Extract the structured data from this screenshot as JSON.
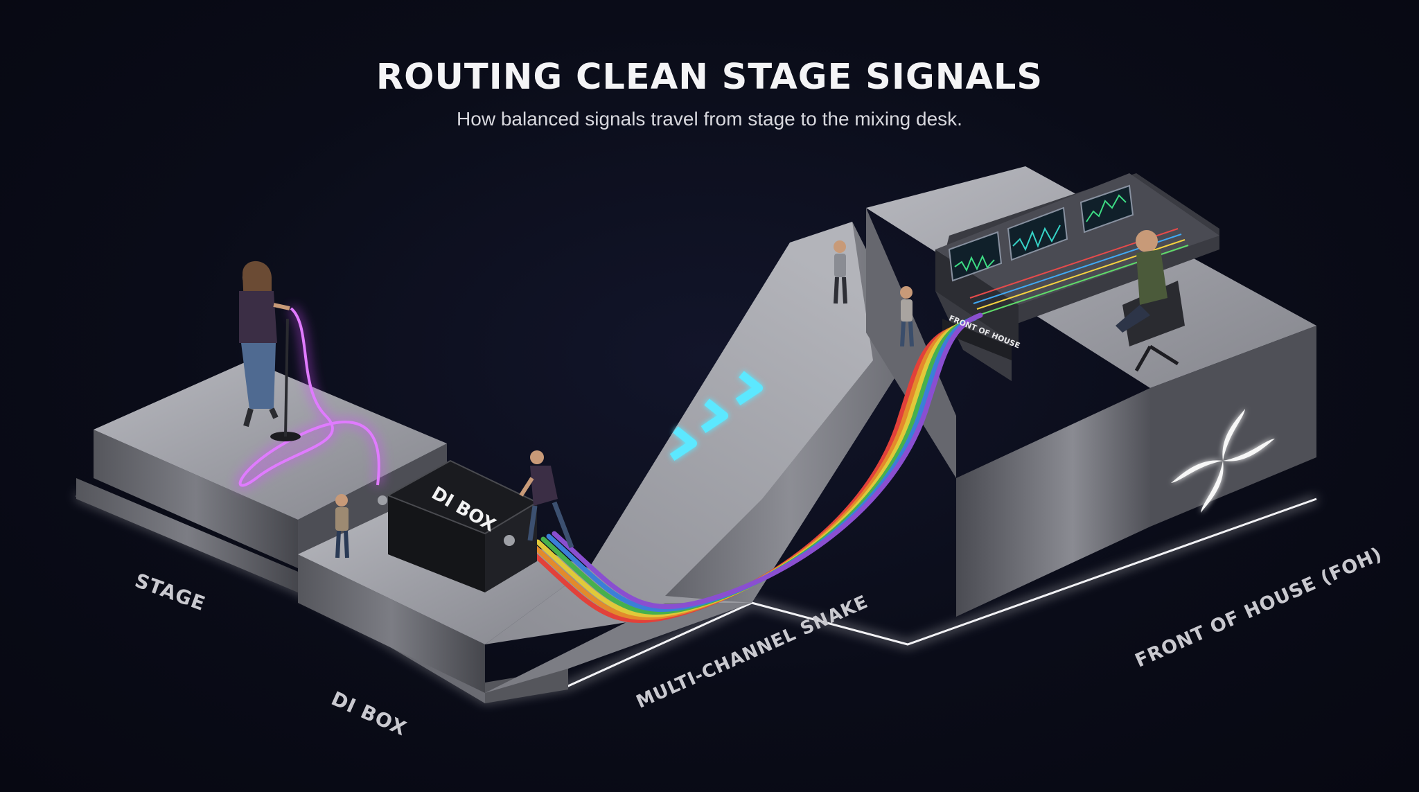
{
  "header": {
    "title": "ROUTING CLEAN STAGE SIGNALS",
    "subtitle": "How balanced signals travel from stage to the mixing desk."
  },
  "zones": {
    "stage": "STAGE",
    "di_box": "DI BOX",
    "snake": "MULTI-CHANNEL SNAKE",
    "foh": "FRONT OF HOUSE (FOH)"
  },
  "di_box_device": {
    "label": "DI BOX"
  },
  "mixing_desk": {
    "sign": "FRONT OF HOUSE"
  },
  "colors": {
    "background": "#0a0c18",
    "platform": "#9a9ba3",
    "mic_cable": "#d24dff",
    "arrows": "#4de3ff",
    "snake_cables": [
      "#e2413a",
      "#e38a2b",
      "#e0c93a",
      "#46b04d",
      "#3b7fd8",
      "#8a4fd0",
      "#6b6b6b"
    ]
  },
  "icons": {
    "logo": "four-petal-flower-logo"
  }
}
